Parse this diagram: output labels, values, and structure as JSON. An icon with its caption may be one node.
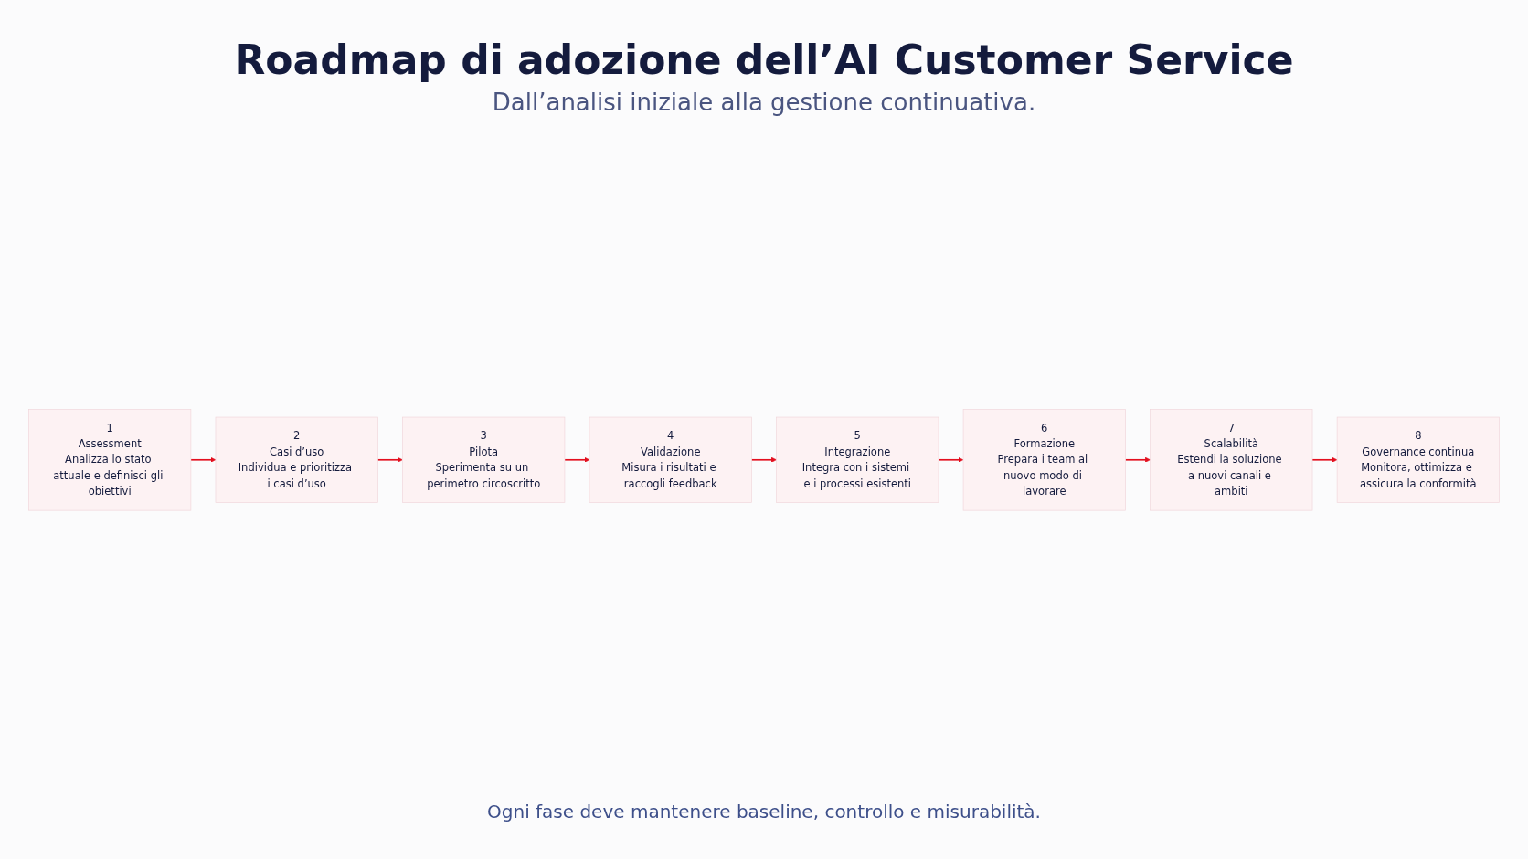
{
  "diagram": {
    "title": "Roadmap di adozione dell’AI Customer Service",
    "caption": "Ogni fase deve mantenere baseline, controllo e misurabilità.",
    "nodes": [
      {
        "text": [
          "1",
          "Assessment",
          "Analizza lo stato attuale e definisci gli obiettivi"
        ]
      },
      {
        "text": [
          "2",
          "Casi d’uso",
          "Individua e prioritizza i casi d’uso"
        ]
      },
      {
        "text": [
          "3",
          "Pilota",
          "Sperimenta su un perimetro circoscritto"
        ]
      },
      {
        "text": [
          "4",
          "Validazione",
          "Misura i risultati e raccogli feedback"
        ]
      },
      {
        "text": [
          "5",
          "Integrazione",
          "Integra con i sistemi e i processi esistenti"
        ]
      },
      {
        "text": [
          "6",
          "Formazione",
          "Prepara i team al nuovo modo di lavorare"
        ]
      },
      {
        "text": [
          "7",
          "Scalabilità",
          "Estendi la soluzione a nuovi canali e ambiti"
        ]
      },
      {
        "text": [
          "8",
          "Governance continua",
          "Monitora, ottimizza e assicura la conformità"
        ]
      }
    ],
    "edges": [
      {
        "from": 0,
        "to": 1,
        "arrow": "to"
      },
      {
        "from": 1,
        "to": 2,
        "arrow": "to"
      },
      {
        "from": 2,
        "to": 3,
        "arrow": "to"
      },
      {
        "from": 3,
        "to": 4,
        "arrow": "to"
      },
      {
        "from": 4,
        "to": 5,
        "arrow": "to"
      },
      {
        "from": 5,
        "to": 6,
        "arrow": "to"
      },
      {
        "from": 6,
        "to": 7,
        "arrow": "to"
      }
    ],
    "labels": [
      "Dall’analisi iniziale alla gestione continuativa."
    ]
  }
}
